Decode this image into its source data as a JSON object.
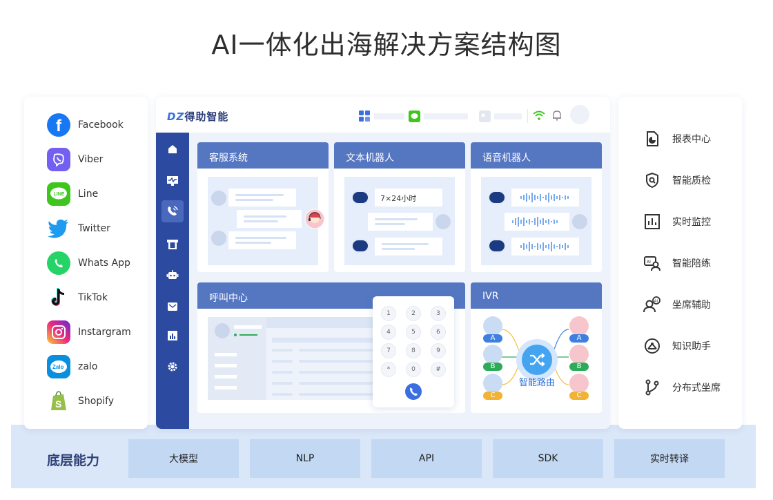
{
  "title": "AI一体化出海解决方案结构图",
  "channels": [
    {
      "label": "Facebook",
      "icon": "facebook-icon",
      "color": "#1877f2",
      "glyph": "f"
    },
    {
      "label": "Viber",
      "icon": "viber-icon",
      "color": "#7360f2",
      "glyph": "✆"
    },
    {
      "label": "Line",
      "icon": "line-icon",
      "color": "#3ec61f",
      "glyph": "LINE"
    },
    {
      "label": "Twitter",
      "icon": "twitter-icon",
      "color": "#1d9bf0",
      "glyph": "🐦"
    },
    {
      "label": "Whats App",
      "icon": "whatsapp-icon",
      "color": "#25d366",
      "glyph": "✆"
    },
    {
      "label": "TikTok",
      "icon": "tiktok-icon",
      "color": "#111111",
      "glyph": "♪"
    },
    {
      "label": "Instargram",
      "icon": "instagram-icon",
      "color": "#d6336c",
      "glyph": "◎"
    },
    {
      "label": "zalo",
      "icon": "zalo-icon",
      "color": "#0a8fe0",
      "glyph": "Zalo"
    },
    {
      "label": "Shopify",
      "icon": "shopify-icon",
      "color": "#5e9e3c",
      "glyph": "S"
    }
  ],
  "features": [
    {
      "label": "报表中心",
      "icon": "report-icon"
    },
    {
      "label": "智能质检",
      "icon": "quality-check-icon"
    },
    {
      "label": "实时监控",
      "icon": "monitor-chart-icon"
    },
    {
      "label": "智能陪练",
      "icon": "training-icon"
    },
    {
      "label": "坐席辅助",
      "icon": "agent-assist-icon"
    },
    {
      "label": "知识助手",
      "icon": "knowledge-icon"
    },
    {
      "label": "分布式坐席",
      "icon": "distributed-icon"
    }
  ],
  "app": {
    "logo_mark": "DZ",
    "logo_text": "得助智能",
    "panels": {
      "customer_service": "客服系统",
      "text_bot": "文本机器人",
      "voice_bot": "语音机器人",
      "call_center": "呼叫中心",
      "ivr": "IVR"
    },
    "text_bot_message": "7×24小时",
    "keypad": [
      "1",
      "2",
      "3",
      "4",
      "5",
      "6",
      "7",
      "8",
      "9",
      "*",
      "0",
      "#"
    ],
    "ivr_route_label": "智能路由",
    "ivr_tags": [
      "A",
      "B",
      "C"
    ]
  },
  "base": {
    "label": "底层能力",
    "items": [
      "大模型",
      "NLP",
      "API",
      "SDK",
      "实时转译"
    ]
  },
  "colors": {
    "primary": "#2c4aa0",
    "panel_header": "#5576c1",
    "base_bg": "#dae7f8",
    "base_item": "#c2d8f3",
    "tag_a": "#3f7fe0",
    "tag_b": "#2eab5a",
    "tag_c": "#f2b233"
  }
}
